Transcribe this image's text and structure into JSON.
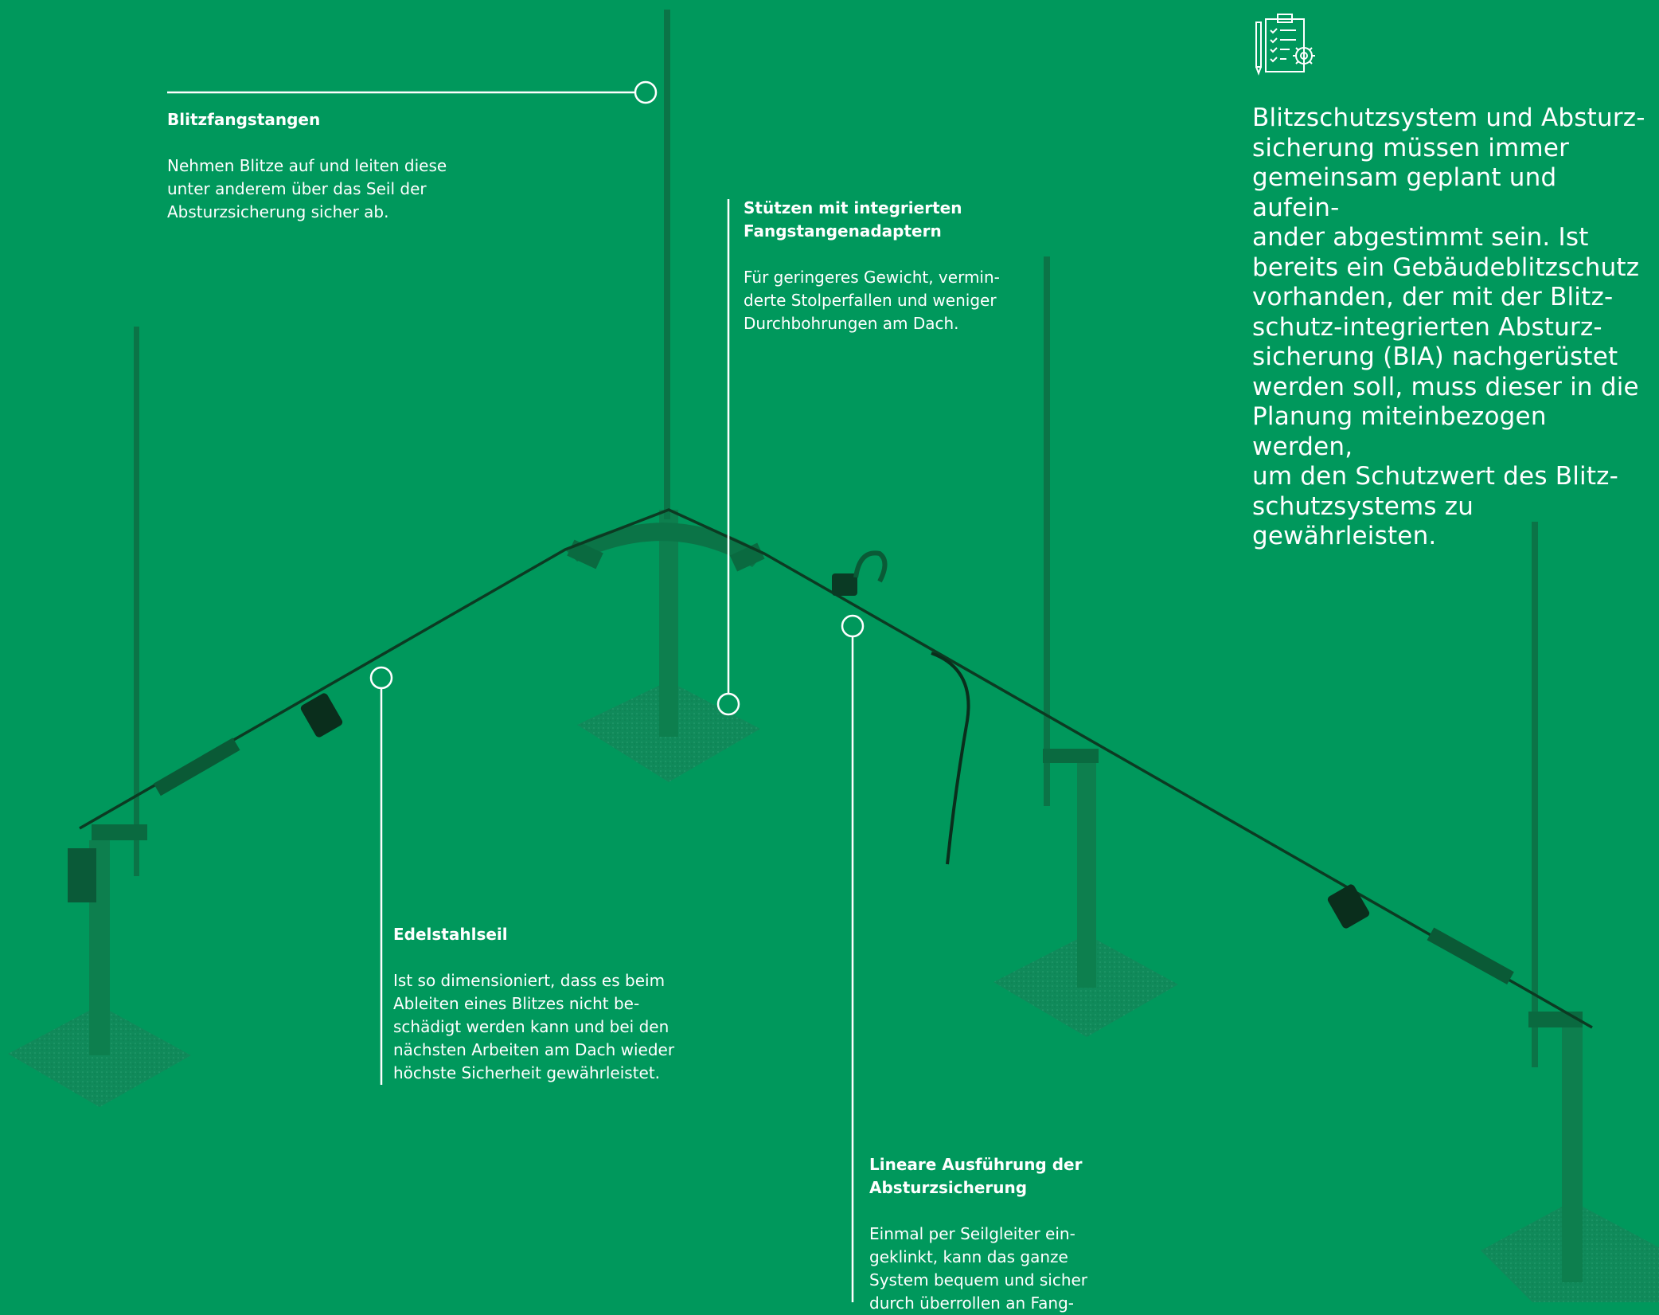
{
  "icon": "checklist-gear-icon",
  "colors": {
    "background": "#00985c",
    "illustration": "#007a48",
    "illustration_dark": "#005c37",
    "cable": "#0c3a22",
    "callout": "#ffffff"
  },
  "intro": {
    "text": "Blitzschutzsystem und Absturz-\nsicherung müssen immer\ngemeinsam geplant und aufein-\nander abgestimmt sein. Ist\nbereits ein Gebäudeblitzschutz\nvorhanden, der mit der Blitz-\nschutz-integrierten Absturz-\nsicherung (BIA) nachgerüstet\nwerden soll, muss dieser in die\nPlanung miteinbezogen werden,\num den Schutzwert des Blitz-\nschutzsystems zu gewährleisten."
  },
  "callouts": {
    "blitzfangstangen": {
      "title": "Blitzfangstangen",
      "body": "Nehmen Blitze auf und leiten diese\nunter anderem über das Seil der\nAbsturzsicherung sicher ab."
    },
    "stuetzen": {
      "title": "Stützen mit integrierten\nFangstangenadaptern",
      "body": "Für geringeres Gewicht, vermin-\nderte Stolperfallen und weniger\nDurchbohrungen am Dach."
    },
    "edelstahlseil": {
      "title": "Edelstahlseil",
      "body": "Ist so dimensioniert, dass es beim\nAbleiten eines Blitzes nicht be-\nschädigt werden kann und bei den\nnächsten Arbeiten am Dach wieder\nhöchste Sicherheit gewährleistet."
    },
    "linear": {
      "title": "Lineare Ausführung der\nAbsturzsicherung",
      "body": "Einmal per Seilgleiter ein-\ngeklinkt, kann das ganze\nSystem bequem und sicher\ndurch überrollen an Fang-"
    }
  }
}
